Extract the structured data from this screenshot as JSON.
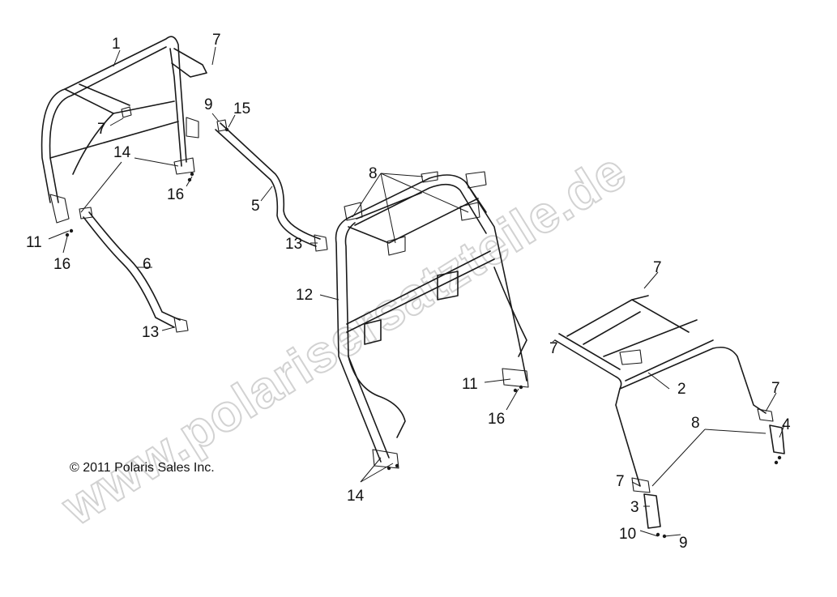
{
  "watermark": "www.polarisersatzteile.de",
  "copyright": "© 2011 Polaris Sales Inc.",
  "callouts": {
    "c1": "1",
    "c2": "2",
    "c3": "3",
    "c4": "4",
    "c5": "5",
    "c6": "6",
    "c7a": "7",
    "c7b": "7",
    "c7c": "7",
    "c7d": "7",
    "c7e": "7",
    "c7f": "7",
    "c8a": "8",
    "c8b": "8",
    "c9a": "9",
    "c9b": "9",
    "c10": "10",
    "c11a": "11",
    "c11b": "11",
    "c12": "12",
    "c13a": "13",
    "c13b": "13",
    "c14a": "14",
    "c14b": "14",
    "c15": "15",
    "c16a": "16",
    "c16b": "16",
    "c16c": "16"
  },
  "colors": {
    "ink": "#1a1a1a",
    "watermark": "#d2d2d2",
    "background": "#ffffff"
  }
}
